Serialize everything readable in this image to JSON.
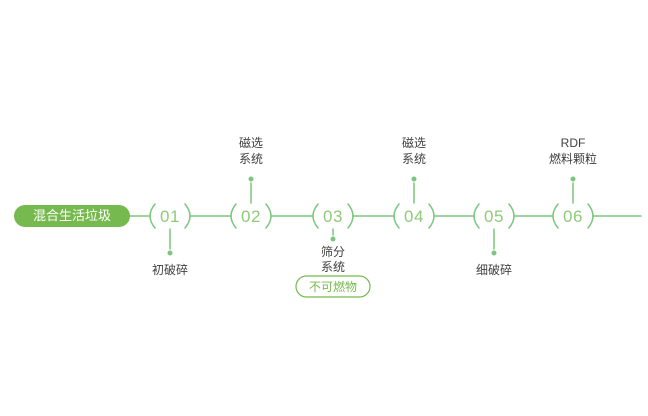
{
  "diagram": {
    "source_label": "混合生活垃圾",
    "steps": [
      {
        "number": "01",
        "side": "below",
        "lines": [
          "初破碎"
        ]
      },
      {
        "number": "02",
        "side": "above",
        "lines": [
          "磁选",
          "系统"
        ]
      },
      {
        "number": "03",
        "side": "below",
        "lines": [
          "筛分",
          "系统"
        ],
        "tag": "不可燃物"
      },
      {
        "number": "04",
        "side": "above",
        "lines": [
          "磁选",
          "系统"
        ]
      },
      {
        "number": "05",
        "side": "below",
        "lines": [
          "细破碎"
        ]
      },
      {
        "number": "06",
        "side": "above",
        "lines": [
          "RDF",
          "燃料颗粒"
        ]
      }
    ],
    "colors": {
      "pill_green": "#76b94e",
      "line_green": "#7cc57c",
      "number_green": "#8fca79",
      "label_text": "#404040",
      "pill_text": "#ffffff",
      "background": "#ffffff"
    }
  }
}
